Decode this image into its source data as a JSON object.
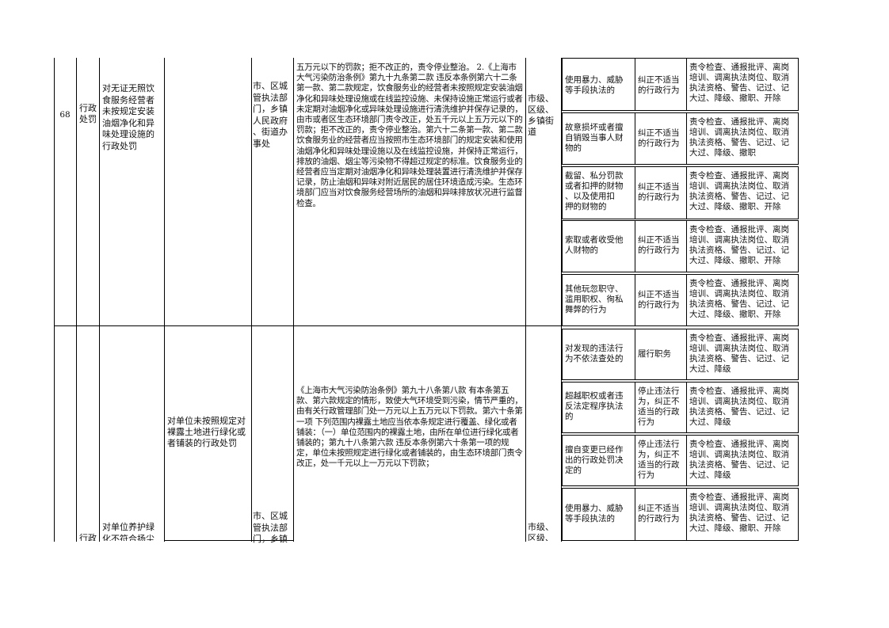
{
  "block1": {
    "number": "68",
    "category": "行政\n处罚",
    "item": "对无证无照饮\n食服务经营者\n未按规定安装\n油烟净化和异\n味处理设施的\n行政处罚",
    "subject": "市、区城\n管执法部\n门，乡镇\n人民政府\n、街道办\n事处",
    "basis": "五万元以下的罚款；拒不改正的，责令停业整治。\n2.《上海市大气污染防治条例》第九十九条第二款 违反本条例第六十二条第一款、第二款规定，饮食服务业的经营者未按照规定安装油烟净化和异味处理设施或在线监控设施、未保持设施正常运行或者未定期对油烟净化或异味处理设施进行清洗维护并保存记录的，由市或者区生态环境部门责令改正，处五千元以上五万元以下的罚款；拒不改正的，责令停业整治。第六十二条第一款、第二款 饮食服务业的经营者应当按照市生态环境部门的规定安装和使用油烟净化和异味处理设施以及在线监控设施，并保持正常运行，排放的油烟、烟尘等污染物不得超过规定的标准。饮食服务业的经营者应当定期对油烟净化和异味处理装置进行清洗维护并保存记录，防止油烟和异味对附近居民的居住环境造成污染。生态环境部门应当对饮食服务经营场所的油烟和异味排放状况进行监督检查。",
    "level": "市级、\n区级、\n乡镇街\n道",
    "rows": [
      {
        "situation": "使用暴力、威胁\n等手段执法的",
        "measure": "纠正不适当\n的行政行为",
        "penalty": "责令检查、通报批评、离岗\n培训、调离执法岗位、取消\n执法资格、警告、记过、记\n大过、降级、撤职、开除"
      },
      {
        "situation": "故意损坏或者擅\n自销毁当事人财\n物的",
        "measure": "纠正不适当\n的行政行为",
        "penalty": "责令检查、通报批评、离岗\n培训、调离执法岗位、取消\n执法资格、警告、记过、记\n大过、降级、撤职"
      },
      {
        "situation": "截留、私分罚款\n或者扣押的财物\n、以及使用扣\n押的财物的",
        "measure": "纠正不适当\n的行政行为",
        "penalty": "责令检查、通报批评、离岗\n培训、调离执法岗位、取消\n执法资格、警告、记过、记\n大过、降级、撤职、开除"
      },
      {
        "situation": "索取或者收受他\n人财物的",
        "measure": "纠正不适当\n的行政行为",
        "penalty": "责令检查、通报批评、离岗\n培训、调离执法岗位、取消\n执法资格、警告、记过、记\n大过、降级、撤职、开除"
      },
      {
        "situation": "其他玩忽职守、\n滥用职权、徇私\n舞弊的行为",
        "measure": "纠正不适当\n的行政行为",
        "penalty": "责令检查、通报批评、离岗\n培训、调离执法岗位、取消\n执法资格、警告、记过、记\n大过、降级、撤职、开除"
      }
    ]
  },
  "block2": {
    "category": "行政",
    "item": "对单位养护绿\n化不符合扬尘",
    "sub_item": "对单位未按照规定对\n裸露土地进行绿化或\n者铺装的行政处罚",
    "subject": "市、区城\n管执法部\n门，乡镇",
    "basis": "《上海市大气污染防治条例》第九十八条第八款 有本条第五款、第六款规定的情形，致使大气环境受到污染，情节严重的，由有关行政管理部门处一万元以上五万元以下罚款。第六十条第一项 下列范围内裸露土地应当依本条规定进行覆盖、绿化或者铺装：（一）单位范围内的裸露土地，由所在单位进行绿化或者铺装的；第九十八条第六款 违反本条例第六十条第一项的规定，单位未按照规定进行绿化或者铺装的，由生态环境部门责令改正，处一千元以上一万元以下罚款；",
    "level": "市级、\n区级、",
    "rows": [
      {
        "situation": "对发现的违法行\n为不依法查处的",
        "measure": "履行职务",
        "penalty": "责令检查、通报批评、离岗\n培训、调离执法岗位、取消\n执法资格、警告、记过、记\n大过、降级"
      },
      {
        "situation": "超越职权或者违\n反法定程序执法\n的",
        "measure": "停止违法行\n为，纠正不\n适当的行政\n行为",
        "penalty": "责令检查、通报批评、离岗\n培训、调离执法岗位、取消\n执法资格、警告、记过、记\n大过、降级"
      },
      {
        "situation": "擅自变更已经作\n出的行政处罚决\n定的",
        "measure": "停止违法行\n为，纠正不\n适当的行政\n行为",
        "penalty": "责令检查、通报批评、离岗\n培训、调离执法岗位、取消\n执法资格、警告、记过、记\n大过、降级"
      },
      {
        "situation": "使用暴力、威胁\n等手段执法的",
        "measure": "纠正不适当\n的行政行为",
        "penalty": "责令检查、通报批评、离岗\n培训、调离执法岗位、取消\n执法资格、警告、记过、记\n大过、降级、撤职、开除"
      }
    ]
  }
}
